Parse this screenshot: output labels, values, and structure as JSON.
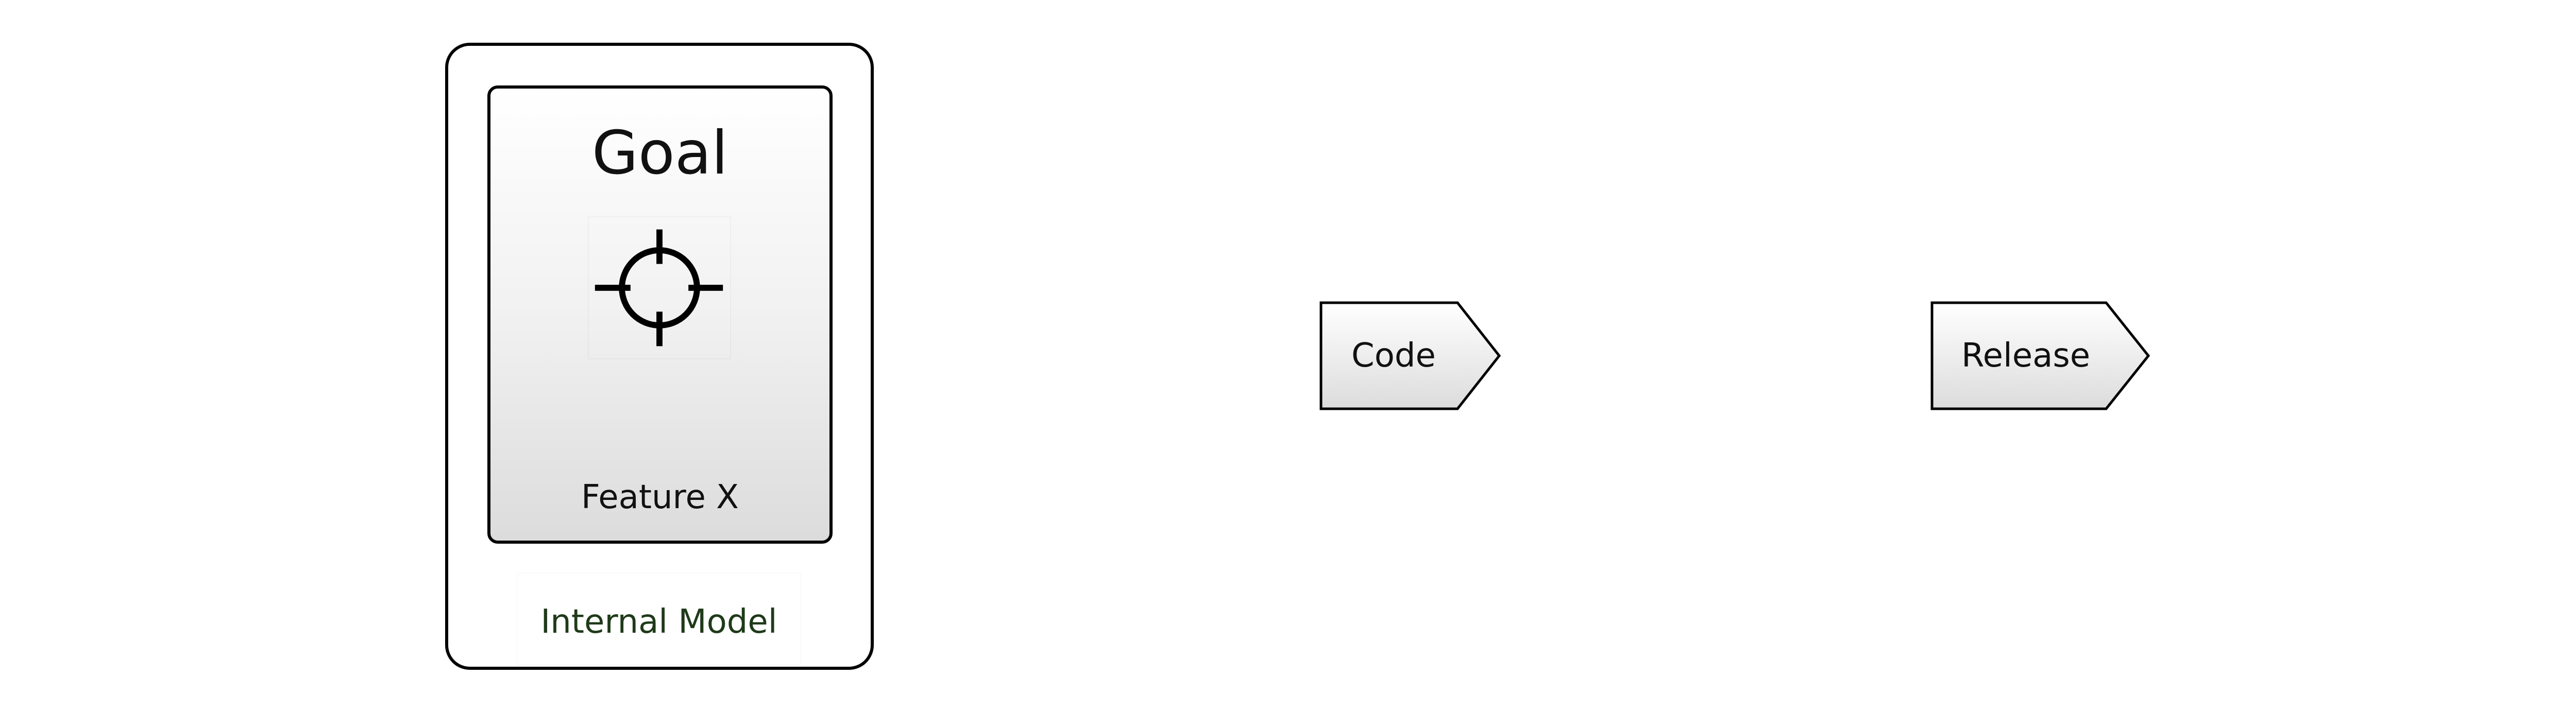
{
  "model": {
    "goal_title": "Goal",
    "goal_icon": "crosshair-target-icon",
    "feature_label": "Feature X",
    "container_label": "Internal Model"
  },
  "flow": {
    "steps": [
      {
        "label": "Code"
      },
      {
        "label": "Release"
      }
    ]
  },
  "colors": {
    "stroke": "#000000",
    "fill_top": "#ffffff",
    "fill_bottom": "#dcdcdc",
    "container_label_text": "#1f3a1a"
  }
}
